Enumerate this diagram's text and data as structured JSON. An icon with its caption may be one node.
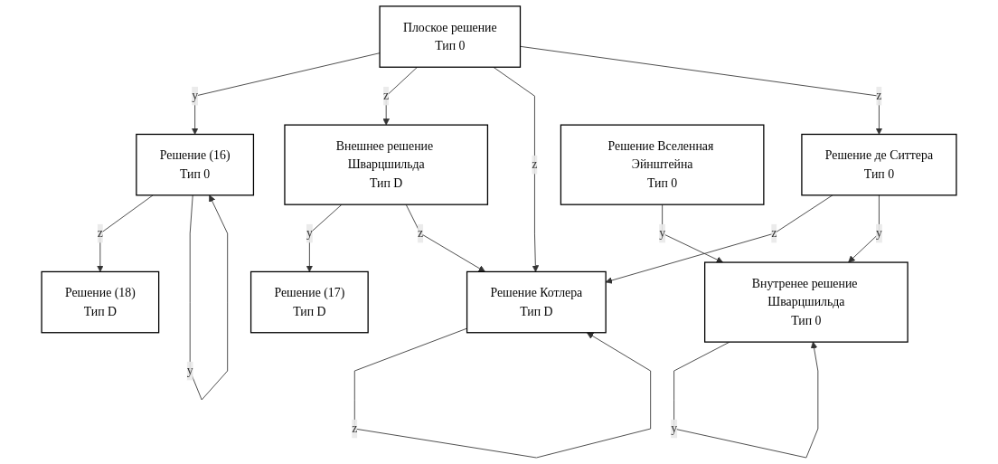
{
  "diagram": {
    "nodes": [
      {
        "text": [
          "Плоское решение",
          "Тип 0"
        ]
      },
      {
        "text": [
          "Решение (16)",
          "Тип 0"
        ]
      },
      {
        "text": [
          "Решение (18)",
          "Тип D"
        ]
      },
      {
        "text": [
          "Решение (17)",
          "Тип D"
        ]
      },
      {
        "text": [
          "Внешнее решение Шварцшильда",
          "Тип D"
        ]
      },
      {
        "text": [
          "Решение Котлера",
          "Тип D"
        ]
      },
      {
        "text": [
          "Решение де Ситтера",
          "Тип 0"
        ]
      },
      {
        "text": [
          "Внутренее решение Шварцшильда",
          "Тип 0"
        ]
      },
      {
        "text": [
          "Решение Вселенная Эйнштейна",
          "Тип 0"
        ]
      }
    ],
    "edges": [
      {
        "from": 0,
        "to": 1,
        "arrow": "to",
        "label": "y"
      },
      {
        "from": 1,
        "to": 2,
        "arrow": "to",
        "label": "z"
      },
      {
        "from": 1,
        "to": 1,
        "arrow": "to",
        "label": "y"
      },
      {
        "from": 0,
        "to": 4,
        "arrow": "to",
        "label": "z"
      },
      {
        "from": 0,
        "to": 5,
        "arrow": "to",
        "label": "z"
      },
      {
        "from": 0,
        "to": 6,
        "arrow": "to",
        "label": "z"
      },
      {
        "from": 4,
        "to": 3,
        "arrow": "to",
        "label": "y"
      },
      {
        "from": 4,
        "to": 5,
        "arrow": "to",
        "label": "z"
      },
      {
        "from": 6,
        "to": 5,
        "arrow": "to",
        "label": "z"
      },
      {
        "from": 5,
        "to": 5,
        "arrow": "to",
        "label": "z"
      },
      {
        "from": 6,
        "to": 7,
        "arrow": "to",
        "label": "y"
      },
      {
        "from": 8,
        "to": 7,
        "arrow": "to",
        "label": "y"
      },
      {
        "from": 7,
        "to": 7,
        "arrow": "to",
        "label": "y"
      }
    ]
  }
}
